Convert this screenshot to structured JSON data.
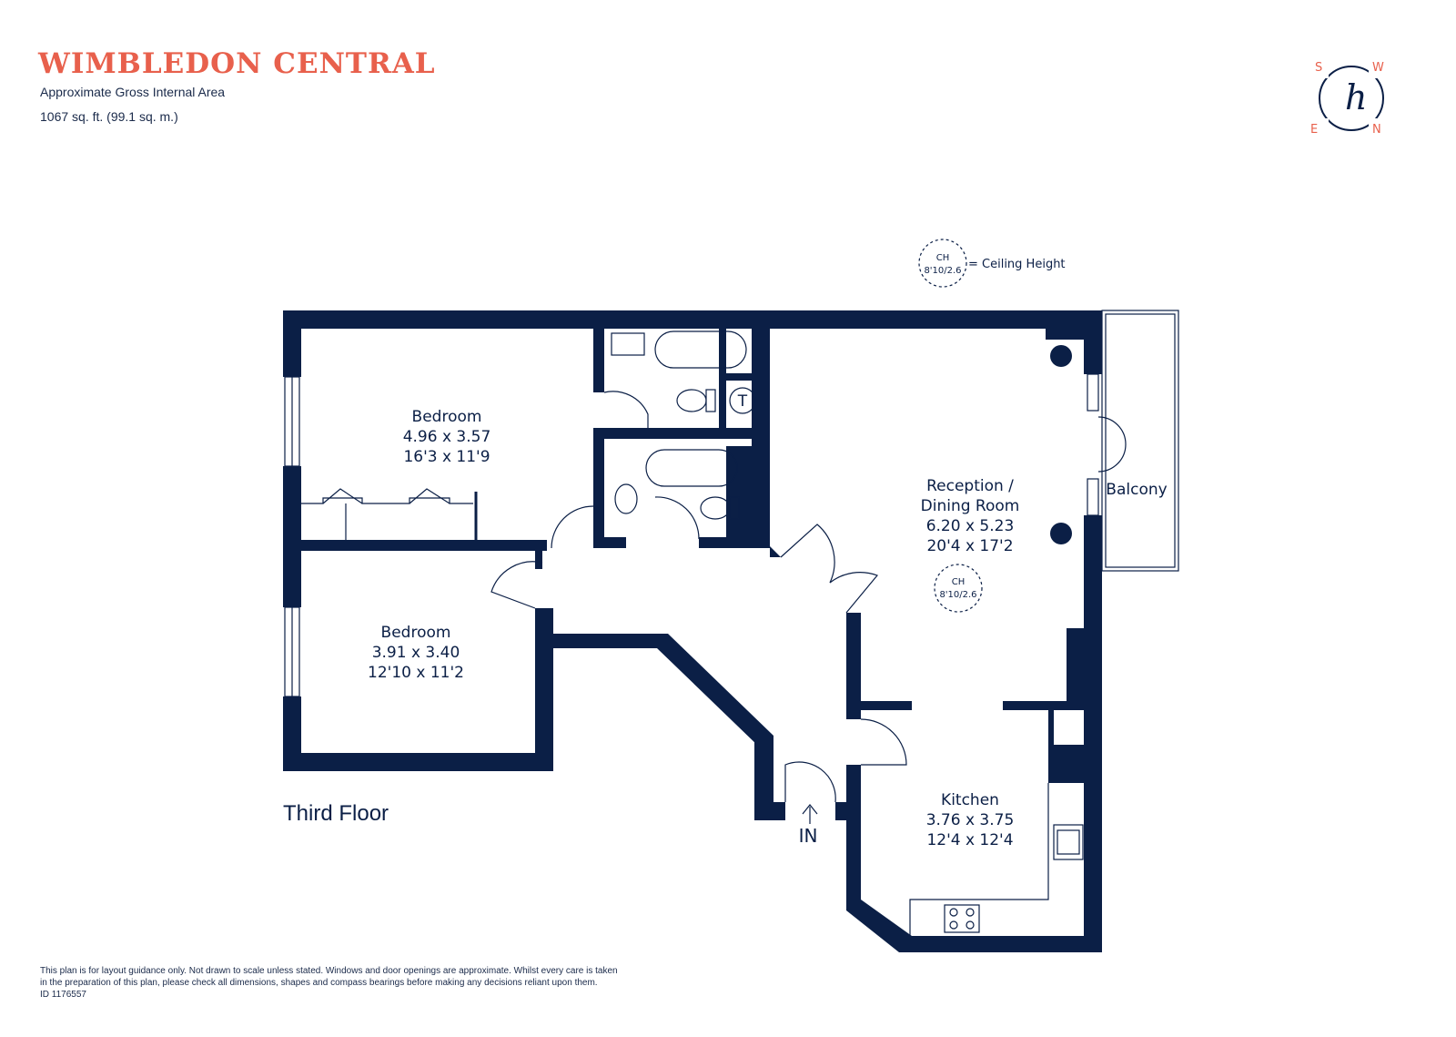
{
  "header": {
    "title": "WIMBLEDON CENTRAL",
    "area_label": "Approximate Gross Internal Area",
    "area_value": "1067 sq. ft. (99.1 sq. m.)"
  },
  "compass": {
    "s": "S",
    "w": "W",
    "e": "E",
    "n": "N",
    "logo_letter": "h"
  },
  "legend": {
    "ch": "CH",
    "ch_value": "8'10/2.6",
    "label": "= Ceiling Height"
  },
  "rooms": {
    "bedroom1": {
      "name": "Bedroom",
      "metric": "4.96 x 3.57",
      "imperial": "16'3 x 11'9"
    },
    "bedroom2": {
      "name": "Bedroom",
      "metric": "3.91 x 3.40",
      "imperial": "12'10 x 11'2"
    },
    "reception": {
      "name_line1": "Reception /",
      "name_line2": "Dining Room",
      "metric": "6.20 x 5.23",
      "imperial": "20'4 x 17'2",
      "ch": "CH",
      "ch_value": "8'10/2.6"
    },
    "kitchen": {
      "name": "Kitchen",
      "metric": "3.76 x 3.75",
      "imperial": "12'4 x 12'4"
    },
    "balcony": {
      "name": "Balcony"
    },
    "tank": "T",
    "entrance": "IN"
  },
  "floor_name": "Third Floor",
  "disclaimer": {
    "line1": "This plan is for layout guidance only. Not drawn to scale unless stated. Windows and door openings are approximate. Whilst every care is taken",
    "line2": "in the preparation of this plan, please check all dimensions, shapes and compass bearings before making any decisions reliant upon them.",
    "line3": "ID 1176557"
  },
  "colors": {
    "wall": "#0b1f46",
    "brand": "#e8604c",
    "background": "#ffffff"
  }
}
